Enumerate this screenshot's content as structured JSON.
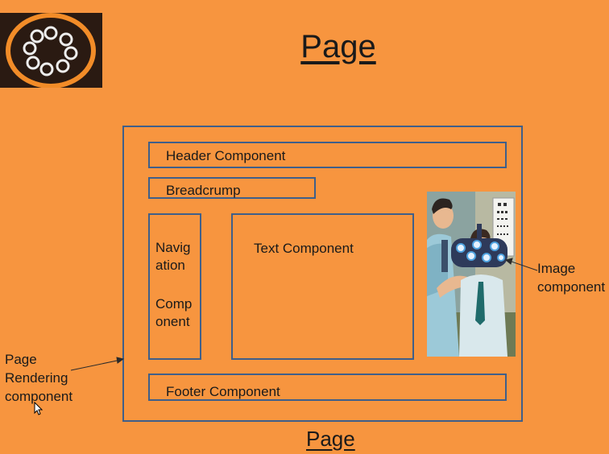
{
  "title": "Page",
  "bottom_title": "Page",
  "components": {
    "header": "Header Component",
    "breadcrumb": "Breadcrump",
    "navigation_line1": "Navig",
    "navigation_line2": "ation",
    "navigation_line3": "Comp",
    "navigation_line4": "onent",
    "text": "Text Component",
    "footer": "Footer Component"
  },
  "labels": {
    "page_rendering_line1": "Page",
    "page_rendering_line2": "Rendering",
    "page_rendering_line3": "component",
    "image_line1": "Image",
    "image_line2": "component"
  },
  "colors": {
    "background": "#F7953F",
    "box_border": "#3F5F8A",
    "logo_bg": "#2A1A12",
    "logo_ring": "#F28C28"
  },
  "icons": {
    "logo": "adobe-experience-manager-logo",
    "cursor": "mouse-pointer-icon"
  }
}
